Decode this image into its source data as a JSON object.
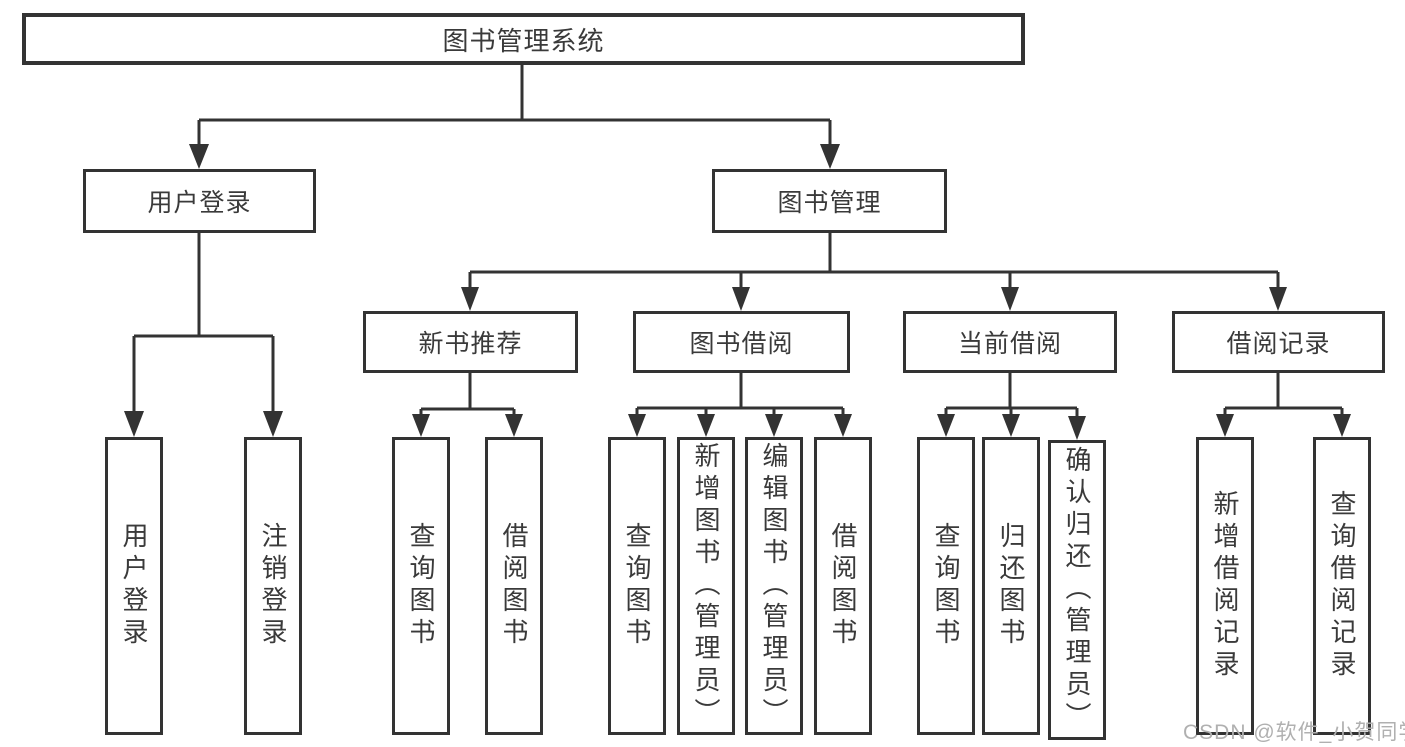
{
  "colors": {
    "line": "#333333",
    "box_border": "#333333",
    "text": "#3a3a3a",
    "watermark": "#b0b0b0",
    "background": "#ffffff"
  },
  "diagram": {
    "root": {
      "label": "图书管理系统"
    },
    "level2": [
      {
        "label": "用户登录"
      },
      {
        "label": "图书管理"
      }
    ],
    "level3": [
      {
        "label": "新书推荐"
      },
      {
        "label": "图书借阅"
      },
      {
        "label": "当前借阅"
      },
      {
        "label": "借阅记录"
      }
    ],
    "groups": {
      "user_login": [
        "用户登录",
        "注销登录"
      ],
      "new_book_recommend": [
        "查询图书",
        "借阅图书"
      ],
      "book_borrow": [
        "查询图书",
        "新增图书（管理员）",
        "编辑图书（管理员）",
        "借阅图书"
      ],
      "current_borrow": [
        "查询图书",
        "归还图书",
        "确认归还（管理员）"
      ],
      "borrow_record": [
        "新增借阅记录",
        "查询借阅记录"
      ]
    }
  },
  "watermark": {
    "text": "CSDN @软件_小贺同学"
  }
}
